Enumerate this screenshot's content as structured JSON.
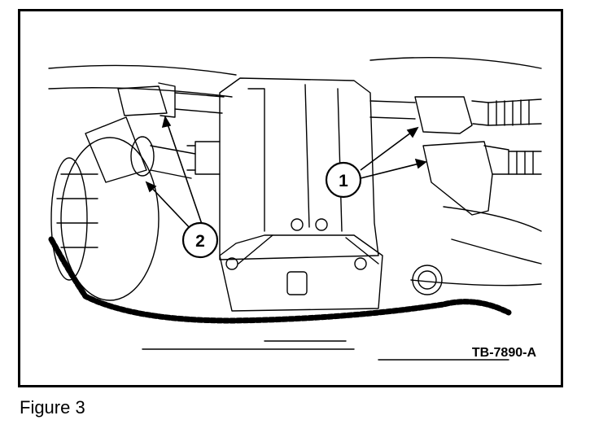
{
  "figure": {
    "caption": "Figure 3",
    "reference_code": "TB-7890-A"
  },
  "callouts": [
    {
      "label": "1"
    },
    {
      "label": "2"
    }
  ],
  "colors": {
    "line": "#000000",
    "background": "#ffffff"
  }
}
